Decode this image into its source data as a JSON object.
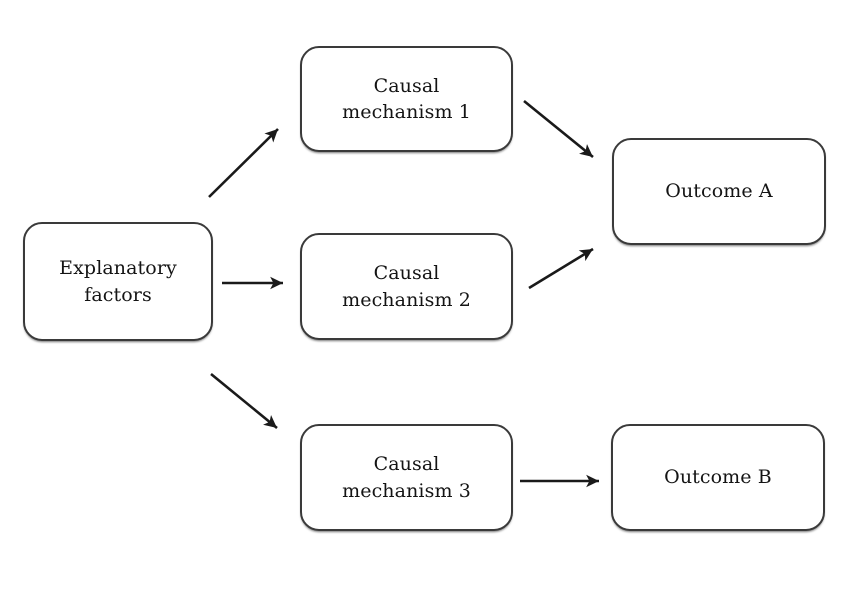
{
  "diagram": {
    "nodes": {
      "explanatory": {
        "label": "Explanatory\nfactors"
      },
      "mechanism1": {
        "label": "Causal\nmechanism 1"
      },
      "mechanism2": {
        "label": "Causal\nmechanism 2"
      },
      "mechanism3": {
        "label": "Causal\nmechanism 3"
      },
      "outcome_a": {
        "label": "Outcome A"
      },
      "outcome_b": {
        "label": "Outcome B"
      }
    },
    "edges": [
      {
        "from": "explanatory",
        "to": "mechanism1"
      },
      {
        "from": "explanatory",
        "to": "mechanism2"
      },
      {
        "from": "explanatory",
        "to": "mechanism3"
      },
      {
        "from": "mechanism1",
        "to": "outcome_a"
      },
      {
        "from": "mechanism2",
        "to": "outcome_a"
      },
      {
        "from": "mechanism3",
        "to": "outcome_b"
      }
    ],
    "colors": {
      "background": "#ffffff",
      "box_fill": "#ffffff",
      "box_border": "#3a3a3a",
      "arrow": "#1a1a1a",
      "text": "#141414"
    }
  }
}
